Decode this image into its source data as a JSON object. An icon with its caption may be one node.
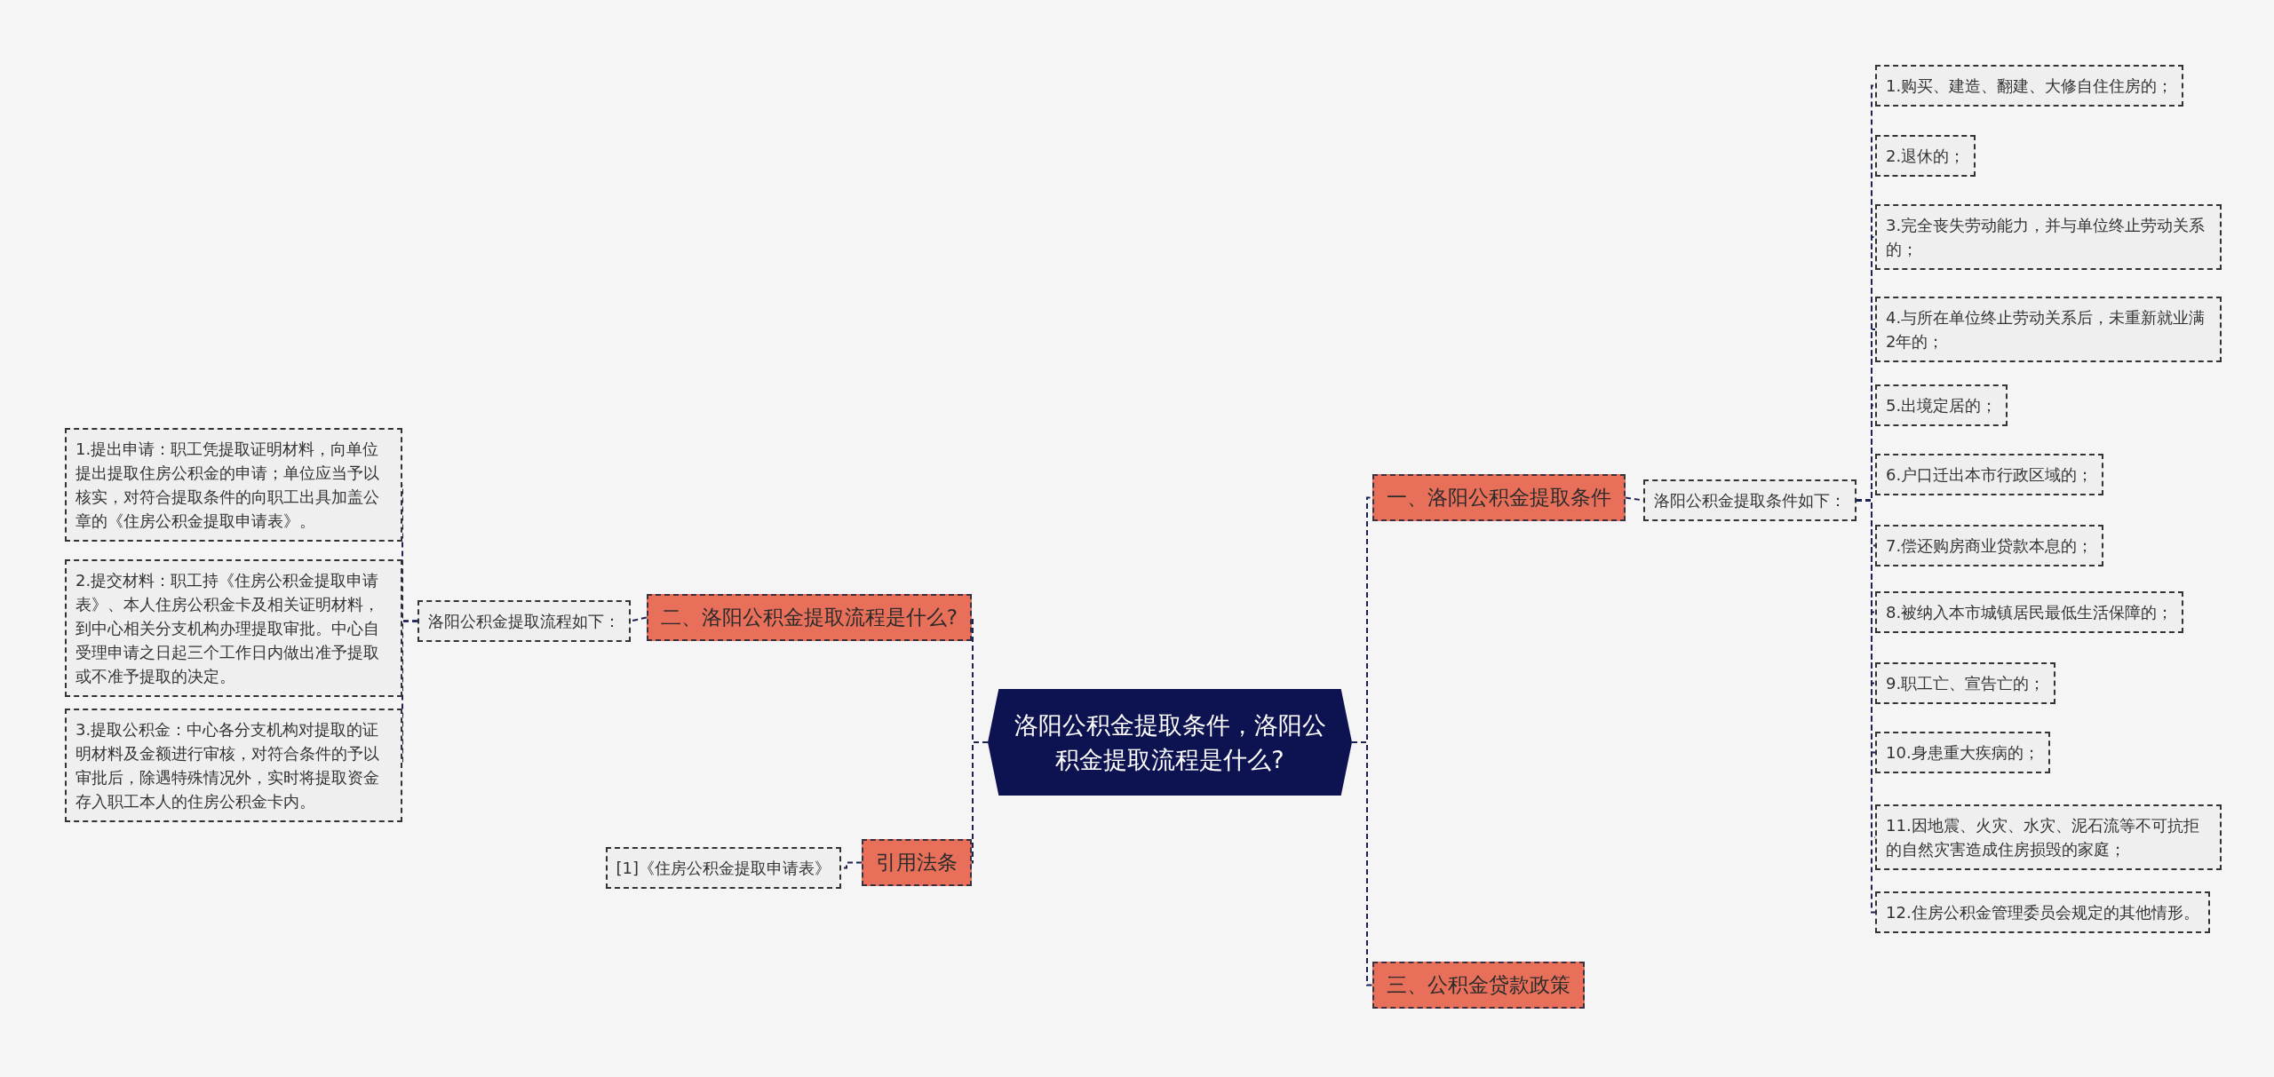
{
  "diagram": {
    "nodes": [
      {
        "text": [
          "洛阳公积金提取条件，洛阳公积金提取流程是什么?"
        ]
      },
      {
        "text": [
          "一、洛阳公积金提取条件"
        ]
      },
      {
        "text": [
          "洛阳公积金提取条件如下："
        ]
      },
      {
        "text": [
          "1.购买、建造、翻建、大修自住住房的；"
        ]
      },
      {
        "text": [
          "2.退休的；"
        ]
      },
      {
        "text": [
          "3.完全丧失劳动能力，并与单位终止劳动关系的；"
        ]
      },
      {
        "text": [
          "4.与所在单位终止劳动关系后，未重新就业满2年的；"
        ]
      },
      {
        "text": [
          "5.出境定居的；"
        ]
      },
      {
        "text": [
          "6.户口迁出本市行政区域的；"
        ]
      },
      {
        "text": [
          "7.偿还购房商业贷款本息的；"
        ]
      },
      {
        "text": [
          "8.被纳入本市城镇居民最低生活保障的；"
        ]
      },
      {
        "text": [
          "9.职工亡、宣告亡的；"
        ]
      },
      {
        "text": [
          "10.身患重大疾病的；"
        ]
      },
      {
        "text": [
          "11.因地震、火灾、水灾、泥石流等不可抗拒的自然灾害造成住房损毁的家庭；"
        ]
      },
      {
        "text": [
          "12.住房公积金管理委员会规定的其他情形。"
        ]
      },
      {
        "text": [
          "三、公积金贷款政策"
        ]
      },
      {
        "text": [
          "二、洛阳公积金提取流程是什么?"
        ]
      },
      {
        "text": [
          "洛阳公积金提取流程如下："
        ]
      },
      {
        "text": [
          "1.提出申请：职工凭提取证明材料，向单位提出提取住房公积金的申请；单位应当予以核实，对符合提取条件的向职工出具加盖公章的《住房公积金提取申请表》。"
        ]
      },
      {
        "text": [
          "2.提交材料：职工持《住房公积金提取申请表》、本人住房公积金卡及相关证明材料，到中心相关分支机构办理提取审批。中心自受理申请之日起三个工作日内做出准予提取或不准予提取的决定。"
        ]
      },
      {
        "text": [
          "3.提取公积金：中心各分支机构对提取的证明材料及金额进行审核，对符合条件的予以审批后，除遇特殊情况外，实时将提取资金存入职工本人的住房公积金卡内。"
        ]
      },
      {
        "text": [
          "引用法条"
        ]
      },
      {
        "text": [
          "[1]《住房公积金提取申请表》"
        ]
      }
    ],
    "edges": [
      {
        "from": 0,
        "to": 1,
        "arrow": "none",
        "style": "dashed"
      },
      {
        "from": 1,
        "to": 2,
        "arrow": "none",
        "style": "dashed"
      },
      {
        "from": 2,
        "to": 3,
        "arrow": "none",
        "style": "dashed"
      },
      {
        "from": 2,
        "to": 4,
        "arrow": "none",
        "style": "dashed"
      },
      {
        "from": 2,
        "to": 5,
        "arrow": "none",
        "style": "dashed"
      },
      {
        "from": 2,
        "to": 6,
        "arrow": "none",
        "style": "dashed"
      },
      {
        "from": 2,
        "to": 7,
        "arrow": "none",
        "style": "dashed"
      },
      {
        "from": 2,
        "to": 8,
        "arrow": "none",
        "style": "dashed"
      },
      {
        "from": 2,
        "to": 9,
        "arrow": "none",
        "style": "dashed"
      },
      {
        "from": 2,
        "to": 10,
        "arrow": "none",
        "style": "dashed"
      },
      {
        "from": 2,
        "to": 11,
        "arrow": "none",
        "style": "dashed"
      },
      {
        "from": 2,
        "to": 12,
        "arrow": "none",
        "style": "dashed"
      },
      {
        "from": 2,
        "to": 13,
        "arrow": "none",
        "style": "dashed"
      },
      {
        "from": 2,
        "to": 14,
        "arrow": "none",
        "style": "dashed"
      },
      {
        "from": 0,
        "to": 15,
        "arrow": "none",
        "style": "dashed"
      },
      {
        "from": 0,
        "to": 16,
        "arrow": "none",
        "style": "dashed"
      },
      {
        "from": 16,
        "to": 17,
        "arrow": "none",
        "style": "dashed"
      },
      {
        "from": 17,
        "to": 18,
        "arrow": "none",
        "style": "dashed"
      },
      {
        "from": 17,
        "to": 19,
        "arrow": "none",
        "style": "dashed"
      },
      {
        "from": 17,
        "to": 20,
        "arrow": "none",
        "style": "dashed"
      },
      {
        "from": 0,
        "to": 21,
        "arrow": "none",
        "style": "dashed"
      },
      {
        "from": 21,
        "to": 22,
        "arrow": "none",
        "style": "dashed"
      }
    ]
  }
}
